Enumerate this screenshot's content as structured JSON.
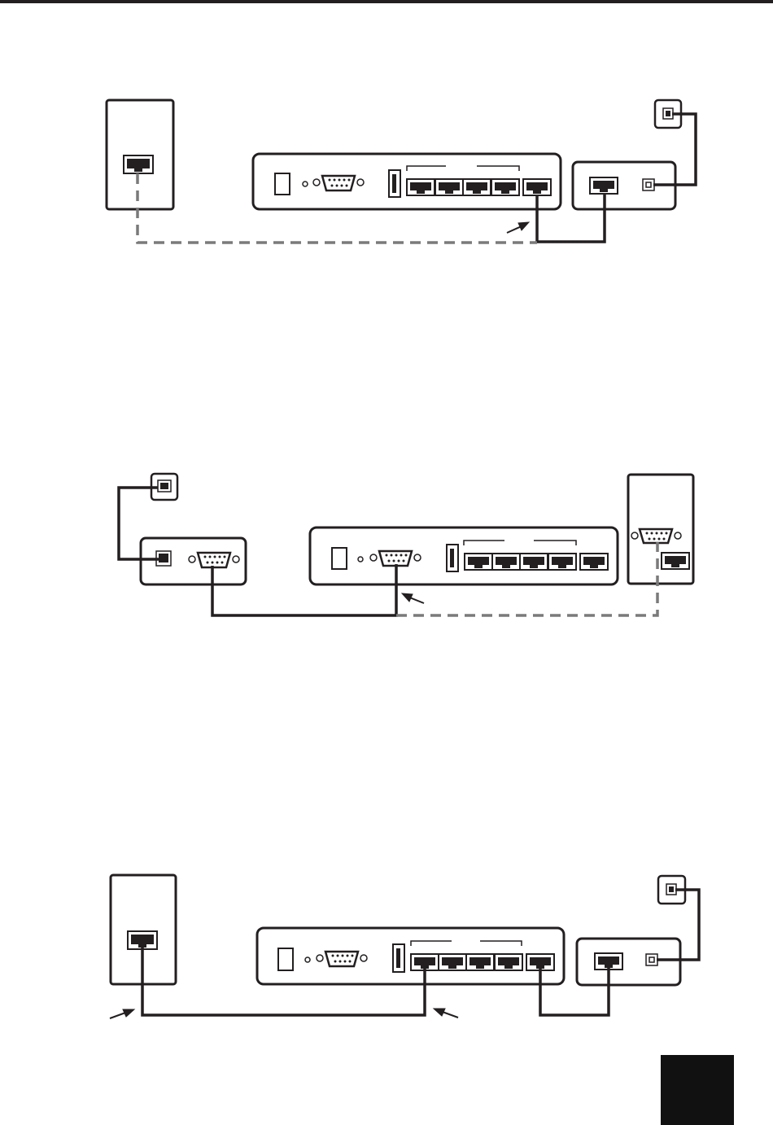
{
  "colors": {
    "ink": "#231f20",
    "dashed_cable": "#7a7a7a",
    "page_tab": "#111111",
    "background": "#ffffff"
  },
  "diagrams": [
    {
      "id": "cable-modem-connection",
      "cable_style": [
        "solid",
        "dashed"
      ]
    },
    {
      "id": "serial-modem-connection",
      "cable_style": [
        "solid",
        "solid",
        "dashed"
      ]
    },
    {
      "id": "lan-computer-connection",
      "cable_style": [
        "solid",
        "solid",
        "solid"
      ]
    }
  ]
}
